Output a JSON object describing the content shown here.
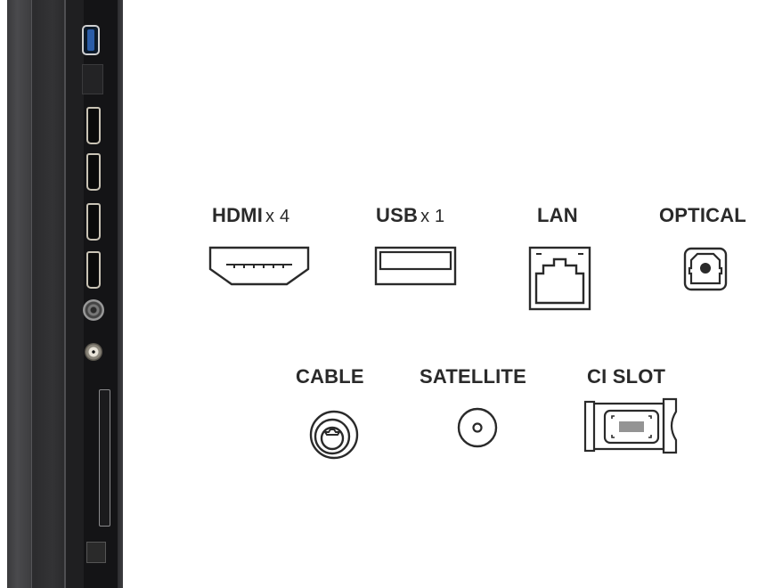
{
  "connectors_top": [
    {
      "id": "hdmi",
      "name": "HDMI",
      "count": "x 4",
      "icon": "hdmi-port-icon"
    },
    {
      "id": "usb",
      "name": "USB",
      "count": "x 1",
      "icon": "usb-port-icon"
    },
    {
      "id": "lan",
      "name": "LAN",
      "icon": "ethernet-port-icon"
    },
    {
      "id": "optical",
      "name": "OPTICAL",
      "icon": "optical-port-icon"
    }
  ],
  "connectors_bottom": [
    {
      "id": "cable",
      "name": "CABLE",
      "icon": "coax-cable-icon"
    },
    {
      "id": "satellite",
      "name": "SATELLITE",
      "icon": "satellite-port-icon"
    },
    {
      "id": "ci",
      "name": "CI SLOT",
      "icon": "ci-module-icon"
    }
  ],
  "panel": {
    "ports": [
      "USB",
      "LAN",
      "HDMI",
      "HDMI",
      "HDMI",
      "HDMI",
      "CABLE",
      "SATELLITE",
      "CI SLOT",
      "OPTICAL"
    ]
  },
  "colors": {
    "text": "#2a2a2a",
    "icon_stroke": "#2a2a2a",
    "panel_dark": "#141416",
    "usb_blue": "#2b5da8"
  }
}
